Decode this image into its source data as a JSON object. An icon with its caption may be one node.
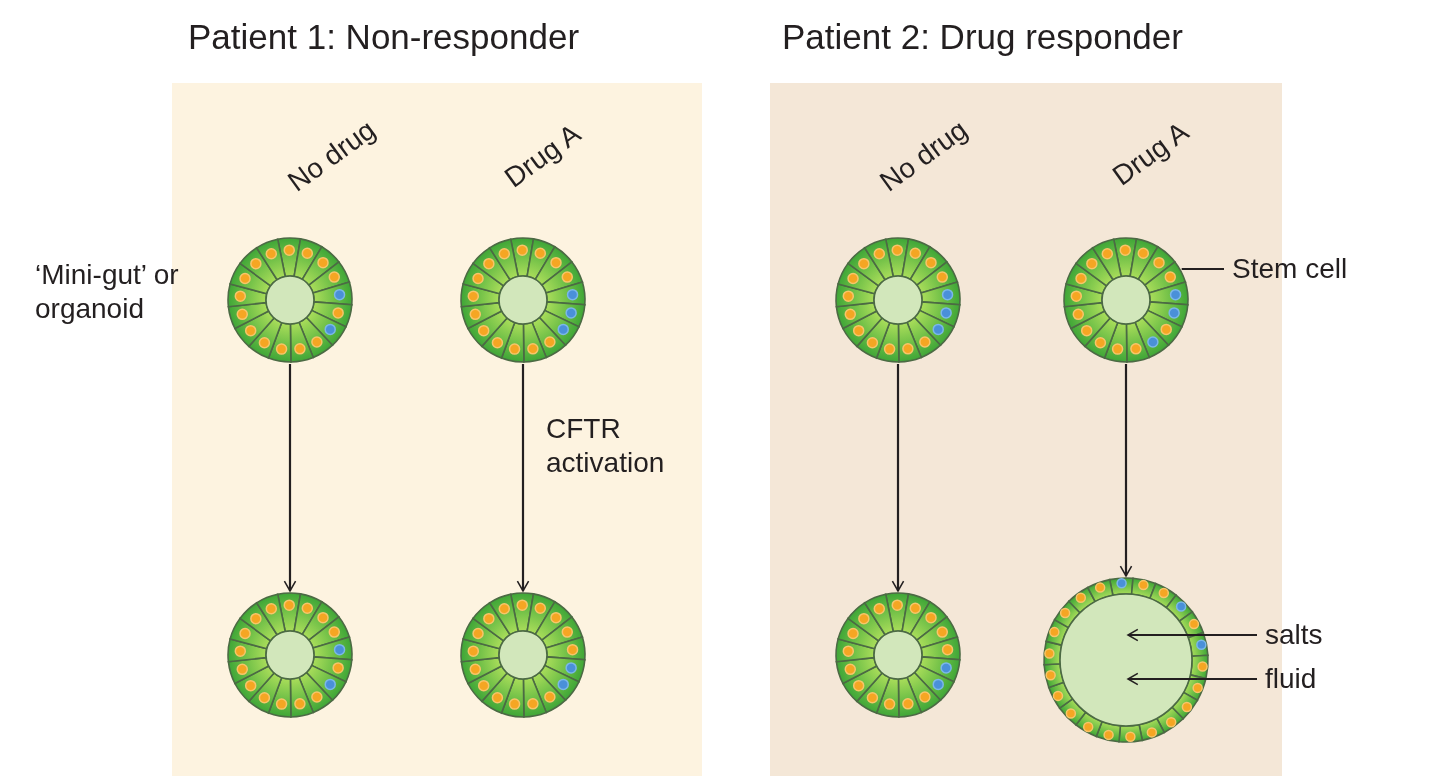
{
  "diagram": {
    "nodes": [
      {
        "text": [
          "Patient 1: Non-responder"
        ]
      },
      {
        "text": [],
        "shape": "picture",
        "in": 0
      },
      {
        "text": [],
        "shape": "picture",
        "in": 0
      },
      {
        "text": [],
        "shape": "picture",
        "in": 0
      },
      {
        "text": [],
        "shape": "picture",
        "in": 0
      },
      {
        "text": [
          "Patient 2: Drug responder"
        ]
      },
      {
        "text": [],
        "shape": "picture",
        "in": 5
      },
      {
        "text": [],
        "shape": "picture",
        "in": 5
      },
      {
        "text": [],
        "shape": "picture",
        "in": 5
      },
      {
        "text": [],
        "shape": "picture",
        "in": 5
      },
      {
        "text": [
          "Stem cell"
        ]
      },
      {
        "text": [
          "salts"
        ]
      },
      {
        "text": [
          "fluid"
        ]
      }
    ],
    "edges": [
      {
        "from": 1,
        "to": 3,
        "arrow": "to"
      },
      {
        "from": 2,
        "to": 4,
        "arrow": "to",
        "label": "CFTR activation"
      },
      {
        "from": 6,
        "to": 8,
        "arrow": "to"
      },
      {
        "from": 7,
        "to": 9,
        "arrow": "to"
      },
      {
        "from": 10,
        "to": 7,
        "arrow": "none"
      },
      {
        "from": 11,
        "to": 9,
        "arrow": "to"
      },
      {
        "from": 12,
        "to": 9,
        "arrow": "to"
      }
    ],
    "labels": [
      "No drug",
      "Drug A",
      "No drug",
      "Drug A",
      "‘Mini-gut’ or organoid"
    ]
  }
}
